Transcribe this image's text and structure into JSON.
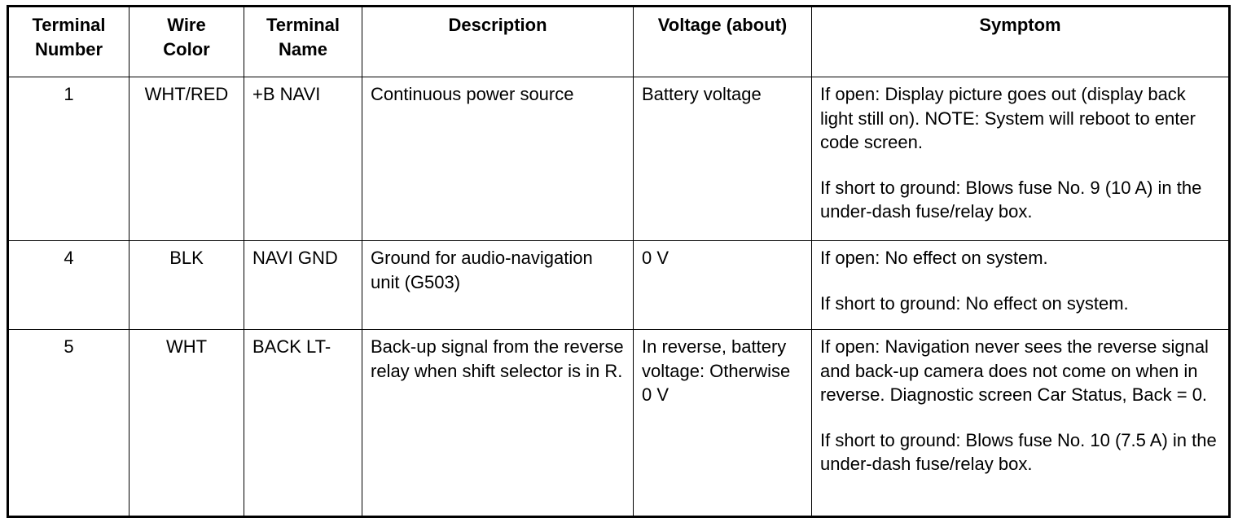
{
  "headers": {
    "terminal_number": [
      "Terminal",
      "Number"
    ],
    "wire_color": [
      "Wire",
      "Color"
    ],
    "terminal_name": [
      "Terminal",
      "Name"
    ],
    "description": "Description",
    "voltage": "Voltage (about)",
    "symptom": "Symptom"
  },
  "rows": [
    {
      "terminal_number": "1",
      "wire_color": "WHT/RED",
      "terminal_name": "+B NAVI",
      "description": "Continuous power source",
      "voltage": "Battery voltage",
      "symptom_open": "If open: Display picture goes out (display back light still on). NOTE: System will reboot to enter code screen.",
      "symptom_short": "If short to ground: Blows fuse No. 9 (10 A) in the under-dash fuse/relay box."
    },
    {
      "terminal_number": "4",
      "wire_color": "BLK",
      "terminal_name": "NAVI GND",
      "description": "Ground for audio-navigation unit (G503)",
      "voltage": "0 V",
      "symptom_open": "If open: No effect on system.",
      "symptom_short": "If short to ground: No effect on system."
    },
    {
      "terminal_number": "5",
      "wire_color": "WHT",
      "terminal_name": "BACK LT-",
      "description": "Back-up signal from the reverse relay when shift selector is in R.",
      "voltage": "In reverse, battery voltage: Otherwise 0 V",
      "symptom_open": "If open: Navigation never sees the reverse signal and back-up camera does not come on when in reverse. Diagnostic screen Car Status, Back = 0.",
      "symptom_short": "If short to ground: Blows fuse No. 10 (7.5 A) in the under-dash fuse/relay box."
    }
  ]
}
